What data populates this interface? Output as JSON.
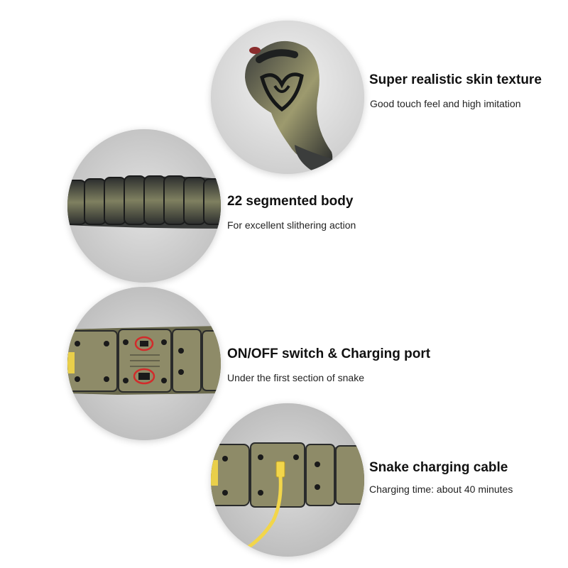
{
  "colors": {
    "background": "#ffffff",
    "title_text": "#111111",
    "desc_text": "#222222",
    "circle_bg": "#d8d8d8",
    "snake_dark": "#2e3030",
    "snake_olive": "#8c8a63",
    "snake_cream": "#d8cf96",
    "cable_yellow": "#f2d64a",
    "marker_red": "#d22b2b"
  },
  "features": [
    {
      "icon": "snake-head-photo",
      "title": "Super realistic skin texture",
      "description": "Good touch feel and high imitation"
    },
    {
      "icon": "snake-body-segments-photo",
      "title": "22 segmented body",
      "description": "For excellent slithering action"
    },
    {
      "icon": "snake-switch-port-photo",
      "title": "ON/OFF switch & Charging port",
      "description": "Under the first section of snake"
    },
    {
      "icon": "snake-charging-cable-photo",
      "title": "Snake charging cable",
      "description": "Charging time: about 40 minutes"
    }
  ]
}
